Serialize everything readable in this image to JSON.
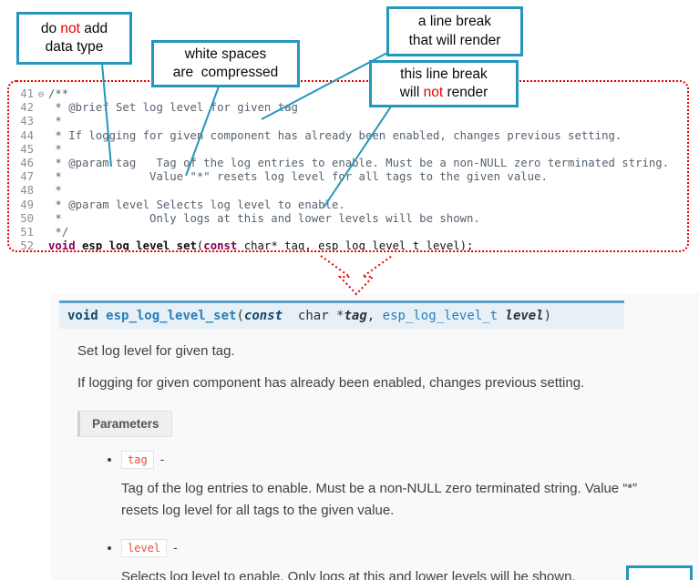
{
  "colors": {
    "callout_border": "#2596be",
    "highlight_red": "#e60000",
    "doc_accent_blue": "#5b9ec9",
    "param_name_red": "#e74c3c",
    "code_keyword": "#7f0055"
  },
  "callouts": {
    "no_datatype": {
      "l1a": "do ",
      "l1b": "not",
      "l1c": " add",
      "l2": "data type"
    },
    "whitespace": {
      "l1": "white spaces",
      "l2": "are  compressed"
    },
    "break_render": {
      "l1": "a line break",
      "l2": "that will render"
    },
    "break_norender": {
      "l1": "this line break",
      "l2a": "will ",
      "l2b": "not",
      "l2c": " render"
    }
  },
  "editor": {
    "fold_marker": "⊖",
    "lines": [
      {
        "num": "41",
        "text": "/**"
      },
      {
        "num": "42",
        "text": " * @brief Set log level for given tag"
      },
      {
        "num": "43",
        "text": " *"
      },
      {
        "num": "44",
        "text": " * If logging for given component has already been enabled, changes previous setting."
      },
      {
        "num": "45",
        "text": " *"
      },
      {
        "num": "46",
        "text": " * @param tag   Tag of the log entries to enable. Must be a non-NULL zero terminated string."
      },
      {
        "num": "47",
        "text": " *             Value \"*\" resets log level for all tags to the given value."
      },
      {
        "num": "48",
        "text": " *"
      },
      {
        "num": "49",
        "text": " * @param level Selects log level to enable."
      },
      {
        "num": "50",
        "text": " *             Only logs at this and lower levels will be shown."
      },
      {
        "num": "51",
        "text": " */"
      },
      {
        "num": "52",
        "text": ""
      }
    ],
    "line52": {
      "t1": "void ",
      "t2": "esp_log_level_set",
      "t3": "(",
      "t4": "const",
      "t5": " char* tag, esp_log_level_t level);"
    }
  },
  "doc": {
    "sig": {
      "t_void": "void ",
      "t_name": "esp_log_level_set",
      "t_open": "(",
      "t_const": "const",
      "t_mid": "  char *",
      "t_tag": "tag",
      "t_comma": ", ",
      "t_type": "esp_log_level_t",
      "t_sp": " ",
      "t_level": "level",
      "t_close": ")"
    },
    "para1": "Set log level for given tag.",
    "para2": "If logging for given component has already been enabled, changes previous setting.",
    "parameters_label": "Parameters",
    "params": [
      {
        "name": "tag",
        "dash": "-",
        "desc": "Tag of the log entries to enable. Must be a non-NULL zero terminated string. Value “*” resets log level for all tags to the given value."
      },
      {
        "name": "level",
        "dash": "-",
        "desc": "Selects log level to enable. Only logs at this and lower levels will be shown."
      }
    ]
  }
}
